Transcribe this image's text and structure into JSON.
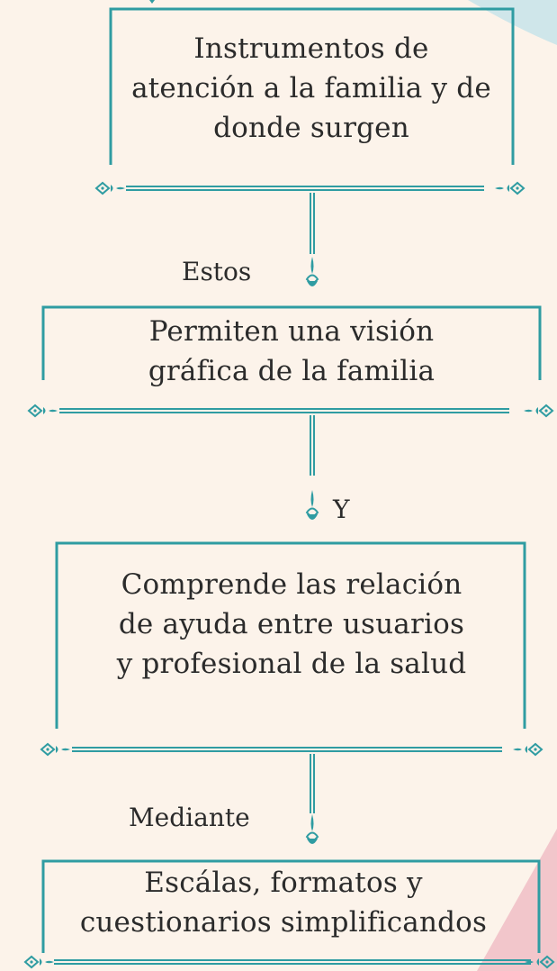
{
  "diagram": {
    "nodes": [
      {
        "id": "n1",
        "lines": [
          "Instrumentos de",
          "atención a la familia y de",
          "donde surgen"
        ]
      },
      {
        "id": "n2",
        "lines": [
          "Permiten una visión",
          "gráfica de la familia"
        ]
      },
      {
        "id": "n3",
        "lines": [
          "Comprende las relación",
          "de ayuda entre usuarios",
          "y  profesional de la salud"
        ]
      },
      {
        "id": "n4",
        "lines": [
          "Escálas, formatos y",
          "cuestionarios simplificandos"
        ]
      }
    ],
    "connectors": [
      {
        "from": "n1",
        "to": "n2",
        "label": "Estos"
      },
      {
        "from": "n2",
        "to": "n3",
        "label": "Y"
      },
      {
        "from": "n3",
        "to": "n4",
        "label": "Mediante"
      }
    ]
  },
  "colors": {
    "background": "#fcf3ea",
    "accent": "#2f9ca2",
    "text": "#2b2b2b",
    "corner_blue": "#cfe6ea",
    "corner_pink": "#f2c6cb"
  }
}
